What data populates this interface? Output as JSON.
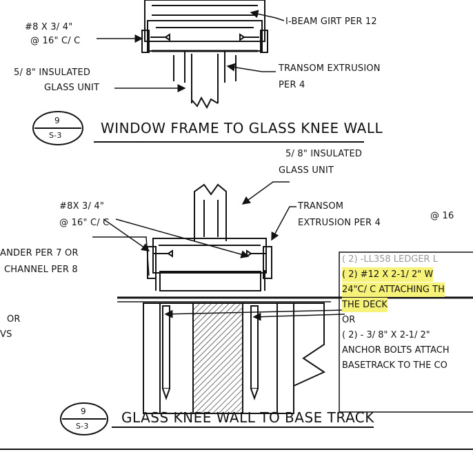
{
  "detail_top": {
    "screw_label_1": "#8 X 3/ 4\"",
    "screw_label_2": "@ 16\" C/ C",
    "girt_label": "I-BEAM GIRT PER 12",
    "glass_label_1": "5/ 8\" INSULATED",
    "glass_label_2": "GLASS UNIT",
    "transom_label_1": "TRANSOM EXTRUSION",
    "transom_label_2": "PER 4",
    "bubble_number": "9",
    "bubble_sheet": "S-3",
    "title": "WINDOW FRAME TO GLASS KNEE WALL"
  },
  "detail_bottom": {
    "glass_label_1": "5/ 8\" INSULATED",
    "glass_label_2": "GLASS UNIT",
    "screw_label_1": "#8X 3/ 4\"",
    "screw_label_2": "@ 16\" C/ C",
    "transom_label_1": "TRANSOM",
    "transom_label_2": "EXTRUSION PER 4",
    "spacing_fragment": "@ 16",
    "expander_label_1": "ANDER PER 7 OR",
    "expander_label_2": "CHANNEL PER 8",
    "left_frag_1": "OR",
    "left_frag_2": "VS",
    "bubble_number": "9",
    "bubble_sheet": "S-3",
    "title": "GLASS KNEE WALL TO BASE TRACK"
  },
  "note_box": {
    "line_0": "( 2) -LL358 LEDGER L",
    "line_1": "( 2)  #12 X 2-1/ 2\" W",
    "line_2": "24\"C/ C ATTACHING TH",
    "line_3": "THE DECK",
    "line_4": "OR",
    "line_5": "( 2) - 3/ 8\" X 2-1/ 2\"",
    "line_6": "ANCHOR BOLTS ATTACH",
    "line_7": "BASETRACK TO THE CO",
    "highlight_color": "#f7f37a"
  }
}
